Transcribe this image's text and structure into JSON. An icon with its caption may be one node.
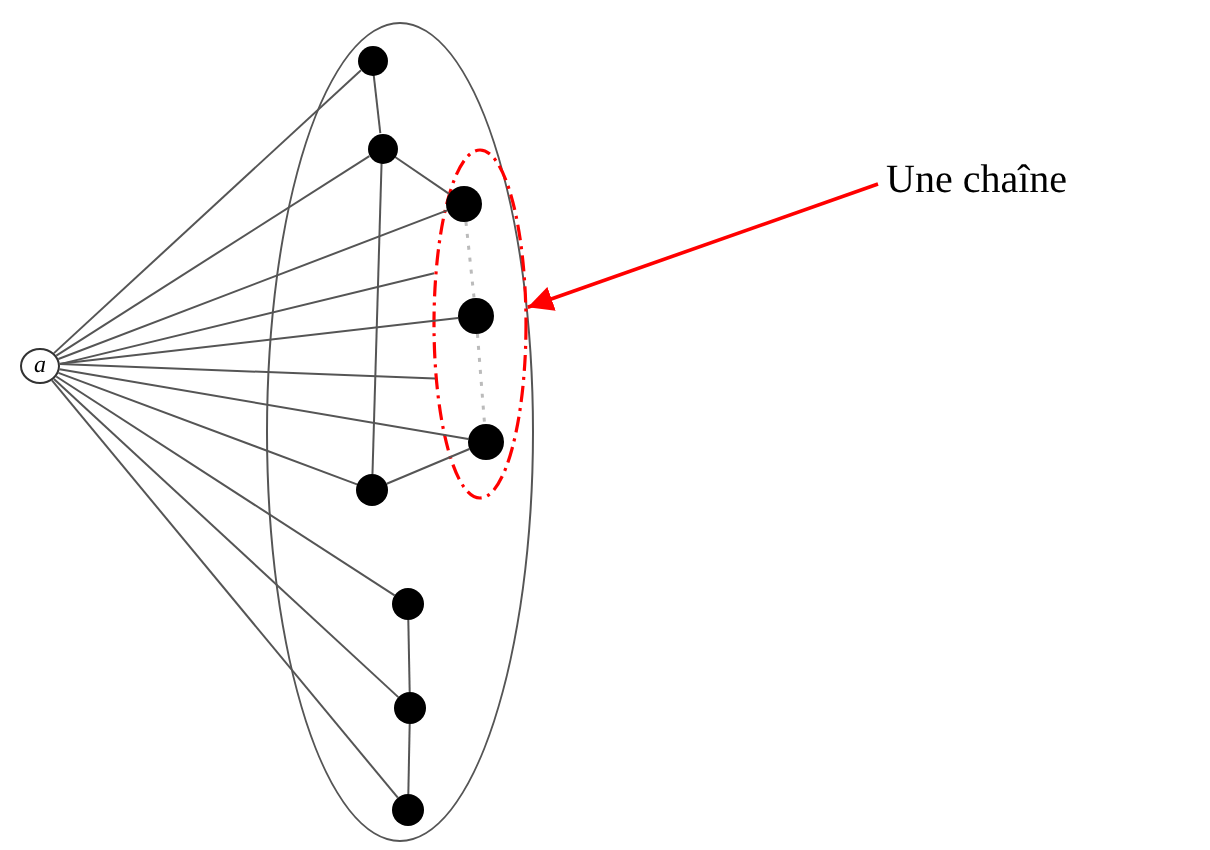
{
  "diagram": {
    "nodes": [
      {
        "text": [],
        "shape": "ellipse"
      },
      {
        "text": [
          "a"
        ]
      },
      {
        "text": [],
        "shape": "circle",
        "in": 0
      },
      {
        "text": [],
        "shape": "circle",
        "in": 0
      },
      {
        "text": [],
        "shape": "circle",
        "in": 11
      },
      {
        "text": [],
        "shape": "circle",
        "in": 11
      },
      {
        "text": [],
        "shape": "circle",
        "in": 11
      },
      {
        "text": [],
        "shape": "circle",
        "in": 0
      },
      {
        "text": [],
        "shape": "circle",
        "in": 0
      },
      {
        "text": [],
        "shape": "circle",
        "in": 0
      },
      {
        "text": [],
        "shape": "circle",
        "in": 0
      },
      {
        "text": [],
        "shape": "ellipse",
        "in": 0
      },
      {
        "text": [
          "Une chaîne"
        ]
      }
    ],
    "edges": [
      {
        "from": 1,
        "to": 2,
        "arrow": "none"
      },
      {
        "from": 1,
        "to": 3,
        "arrow": "none"
      },
      {
        "from": 1,
        "to": 4,
        "arrow": "none"
      },
      {
        "from": 1,
        "to": 11,
        "arrow": "none"
      },
      {
        "from": 1,
        "to": 5,
        "arrow": "none"
      },
      {
        "from": 1,
        "to": 11,
        "arrow": "none"
      },
      {
        "from": 1,
        "to": 6,
        "arrow": "none"
      },
      {
        "from": 1,
        "to": 7,
        "arrow": "none"
      },
      {
        "from": 1,
        "to": 8,
        "arrow": "none"
      },
      {
        "from": 1,
        "to": 9,
        "arrow": "none"
      },
      {
        "from": 1,
        "to": 10,
        "arrow": "none"
      },
      {
        "from": 2,
        "to": 3,
        "arrow": "none"
      },
      {
        "from": 3,
        "to": 7,
        "arrow": "none"
      },
      {
        "from": 3,
        "to": 4,
        "arrow": "none"
      },
      {
        "from": 7,
        "to": 6,
        "arrow": "none"
      },
      {
        "from": 4,
        "to": 5,
        "arrow": "none",
        "style": "dashed",
        "color": "#bbbbbb"
      },
      {
        "from": 5,
        "to": 6,
        "arrow": "none",
        "style": "dashed",
        "color": "#bbbbbb"
      },
      {
        "from": 8,
        "to": 9,
        "arrow": "none"
      },
      {
        "from": 9,
        "to": 10,
        "arrow": "none"
      },
      {
        "from": 12,
        "to": 11,
        "arrow": "to",
        "color": "#ff0000"
      }
    ]
  }
}
